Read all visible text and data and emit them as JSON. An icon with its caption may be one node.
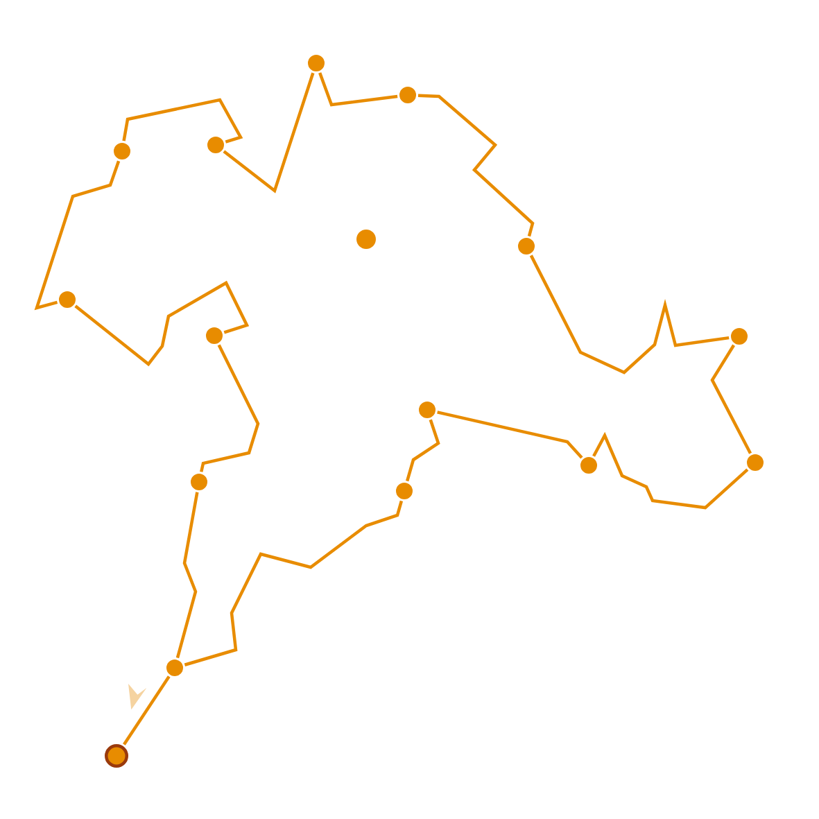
{
  "diagram": {
    "nodes": [
      {
        "text": [],
        "shape": "circle"
      },
      {
        "text": [],
        "shape": "circle"
      },
      {
        "text": [],
        "shape": "circle"
      },
      {
        "text": [],
        "shape": "circle"
      },
      {
        "text": [],
        "shape": "circle"
      },
      {
        "text": [],
        "shape": "circle"
      },
      {
        "text": [],
        "shape": "circle"
      },
      {
        "text": [],
        "shape": "circle"
      },
      {
        "text": [],
        "shape": "circle"
      },
      {
        "text": [],
        "shape": "circle"
      },
      {
        "text": [],
        "shape": "circle"
      },
      {
        "text": [],
        "shape": "circle"
      },
      {
        "text": [],
        "shape": "circle"
      },
      {
        "text": [],
        "shape": "circle"
      },
      {
        "text": [],
        "shape": "circle"
      },
      {
        "text": [],
        "shape": "circle"
      }
    ],
    "edges": [
      {
        "from": 0,
        "to": 1,
        "arrow": "none"
      },
      {
        "from": 1,
        "to": 2,
        "arrow": "none"
      },
      {
        "from": 2,
        "to": 3,
        "arrow": "none"
      },
      {
        "from": 3,
        "to": 4,
        "arrow": "none"
      },
      {
        "from": 4,
        "to": 5,
        "arrow": "none"
      },
      {
        "from": 5,
        "to": 6,
        "arrow": "none"
      },
      {
        "from": 6,
        "to": 7,
        "arrow": "none"
      },
      {
        "from": 7,
        "to": 8,
        "arrow": "none"
      },
      {
        "from": 8,
        "to": 9,
        "arrow": "none"
      },
      {
        "from": 9,
        "to": 10,
        "arrow": "none"
      },
      {
        "from": 10,
        "to": 11,
        "arrow": "none"
      },
      {
        "from": 11,
        "to": 12,
        "arrow": "none"
      },
      {
        "from": 12,
        "to": 13,
        "arrow": "none"
      },
      {
        "from": 13,
        "to": 14,
        "arrow": "none"
      },
      {
        "from": 14,
        "to": 1,
        "arrow": "none"
      }
    ]
  }
}
